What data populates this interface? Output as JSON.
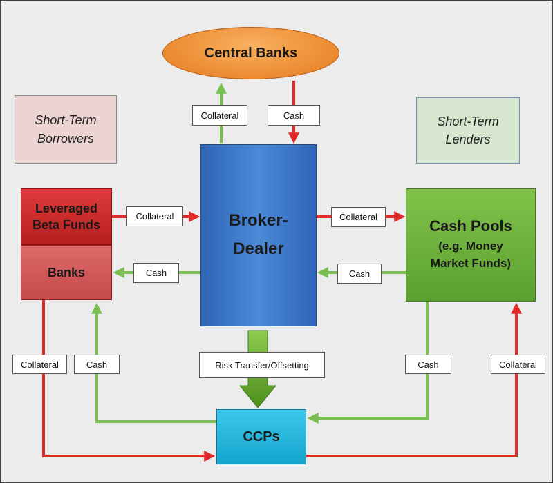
{
  "nodes": {
    "central_banks": "Central Banks",
    "broker_dealer": "Broker-\nDealer",
    "leveraged_beta_funds": "Leveraged\nBeta Funds",
    "banks": "Banks",
    "cash_pools_title": "Cash Pools",
    "cash_pools_sub": "(e.g. Money\nMarket Funds)",
    "ccps": "CCPs"
  },
  "notes": {
    "short_term_borrowers": "Short-Term\nBorrowers",
    "short_term_lenders": "Short-Term\nLenders"
  },
  "edge_labels": {
    "cb_collateral": "Collateral",
    "cb_cash": "Cash",
    "lev_collateral": "Collateral",
    "banks_cash": "Cash",
    "pools_collateral": "Collateral",
    "pools_cash": "Cash",
    "risk_transfer": "Risk Transfer/Offsetting",
    "left_collateral": "Collateral",
    "left_cash": "Cash",
    "right_cash": "Cash",
    "right_collateral": "Collateral"
  },
  "colors": {
    "red_flow": "#e02a2a",
    "green_flow": "#79bd53",
    "risk_arrow": "#5e9e26"
  }
}
